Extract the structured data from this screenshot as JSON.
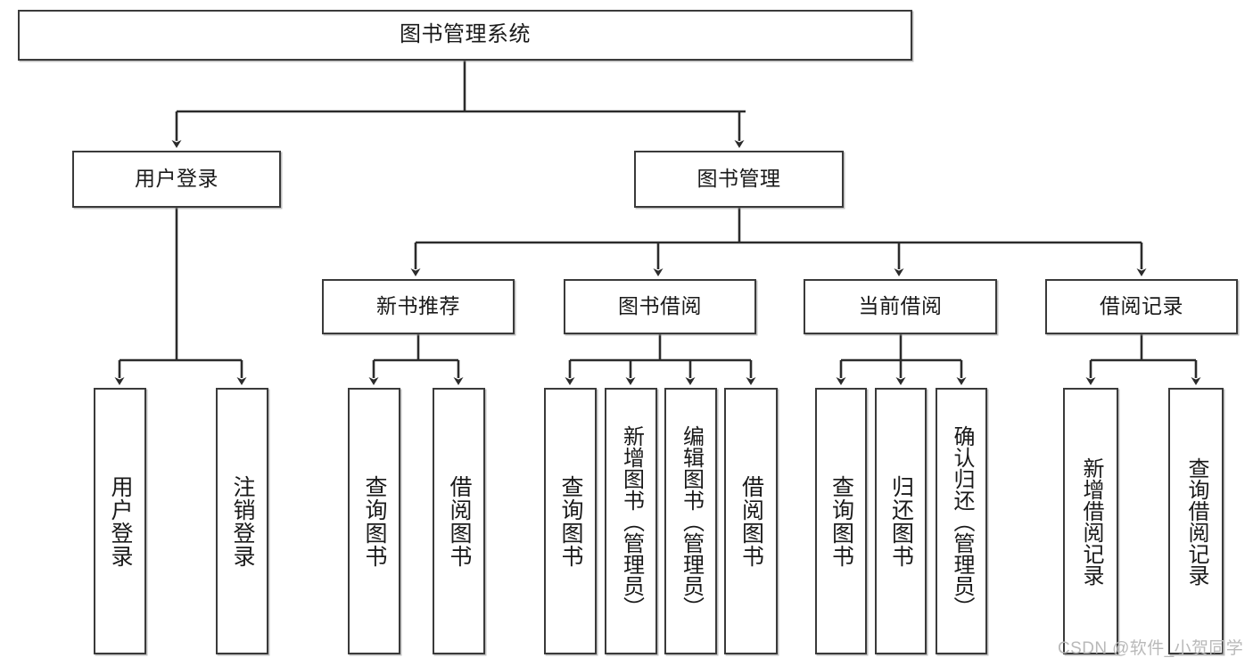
{
  "diagram": {
    "title": "图书管理系统",
    "type": "hierarchy-tree",
    "watermark": "CSDN @软件_小贺同学",
    "colors": {
      "box_border": "#3a3a3a",
      "box_fill": "#ffffff",
      "connector": "#2b2b2b",
      "text": "#1a1a1a",
      "watermark": "#b9b9b9"
    },
    "levels": {
      "level1": [
        {
          "id": "root",
          "label": "图书管理系统"
        }
      ],
      "level2": [
        {
          "id": "user-login",
          "label": "用户登录"
        },
        {
          "id": "book-manage",
          "label": "图书管理"
        }
      ],
      "level3": [
        {
          "id": "new-book-rec",
          "label": "新书推荐"
        },
        {
          "id": "book-borrow",
          "label": "图书借阅"
        },
        {
          "id": "current-borrow",
          "label": "当前借阅"
        },
        {
          "id": "borrow-record",
          "label": "借阅记录"
        }
      ],
      "level4": [
        {
          "id": "leaf-user-login",
          "label": "用户登录",
          "parent": "user-login"
        },
        {
          "id": "leaf-logout",
          "label": "注销登录",
          "parent": "user-login"
        },
        {
          "id": "leaf-query-book-1",
          "label": "查询图书",
          "parent": "new-book-rec"
        },
        {
          "id": "leaf-borrow-book-1",
          "label": "借阅图书",
          "parent": "new-book-rec"
        },
        {
          "id": "leaf-query-book-2",
          "label": "查询图书",
          "parent": "book-borrow"
        },
        {
          "id": "leaf-add-book",
          "label": "新增图书（管理员）",
          "parent": "book-borrow"
        },
        {
          "id": "leaf-edit-book",
          "label": "编辑图书（管理员）",
          "parent": "book-borrow"
        },
        {
          "id": "leaf-borrow-book-2",
          "label": "借阅图书",
          "parent": "book-borrow"
        },
        {
          "id": "leaf-query-book-3",
          "label": "查询图书",
          "parent": "current-borrow"
        },
        {
          "id": "leaf-return-book",
          "label": "归还图书",
          "parent": "current-borrow"
        },
        {
          "id": "leaf-confirm-return",
          "label": "确认归还（管理员）",
          "parent": "current-borrow"
        },
        {
          "id": "leaf-add-record",
          "label": "新增借阅记录",
          "parent": "borrow-record"
        },
        {
          "id": "leaf-query-record",
          "label": "查询借阅记录",
          "parent": "borrow-record"
        }
      ]
    }
  }
}
